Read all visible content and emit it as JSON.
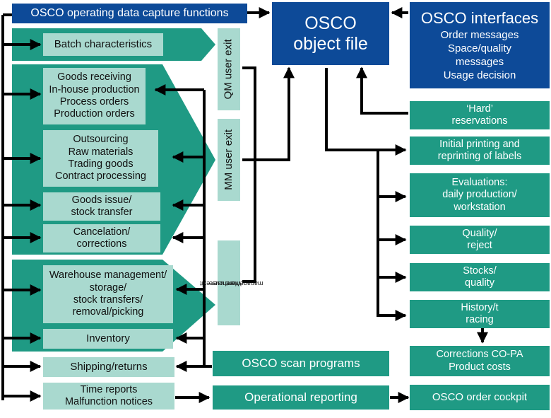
{
  "header": {
    "capture_functions": "OSCO operating data capture functions"
  },
  "object_file": {
    "line1": "OSCO",
    "line2": "object file"
  },
  "interfaces": {
    "title": "OSCO interfaces",
    "lines": [
      "Order messages",
      "Space/quality",
      "messages",
      "Usage decision"
    ]
  },
  "left_boxes": {
    "batch": "Batch characteristics",
    "goods_receiving": [
      "Goods receiving",
      "In-house production",
      "Process orders",
      "Production orders"
    ],
    "outsourcing": [
      "Outsourcing",
      "Raw materials",
      "Trading goods",
      "Contract processing"
    ],
    "goods_issue": [
      "Goods issue/",
      "stock transfer"
    ],
    "cancelation": [
      "Cancelation/",
      "corrections"
    ],
    "warehouse": [
      "Warehouse management/",
      "storage/",
      "stock transfers/",
      "removal/picking"
    ],
    "inventory": "Inventory",
    "shipping": "Shipping/returns",
    "time_reports": [
      "Time reports",
      "Malfunction notices"
    ]
  },
  "user_exits": {
    "qm": "QM user exit",
    "mm": "MM user exit",
    "warehouse": [
      "Warehouse",
      "management user exit"
    ]
  },
  "middle_boxes": {
    "scan_programs": "OSCO scan programs",
    "operational_reporting": "Operational reporting"
  },
  "right_boxes": {
    "hard_reservations": [
      "‘Hard’",
      "reservations"
    ],
    "labels": [
      "Initial printing and",
      "reprinting of labels"
    ],
    "evaluations": [
      "Evaluations:",
      "daily production/",
      "workstation"
    ],
    "quality": [
      "Quality/",
      "reject"
    ],
    "stocks": [
      "Stocks/",
      "quality"
    ],
    "history": [
      "History/t",
      "racing"
    ],
    "corrections": [
      "Corrections CO-PA",
      "Product costs"
    ],
    "order_cockpit": "OSCO order cockpit"
  },
  "colors": {
    "dark_teal": "#1f9a84",
    "light_teal": "#a9d9cf",
    "navy": "#0d4a98",
    "arrow": "#000000"
  }
}
